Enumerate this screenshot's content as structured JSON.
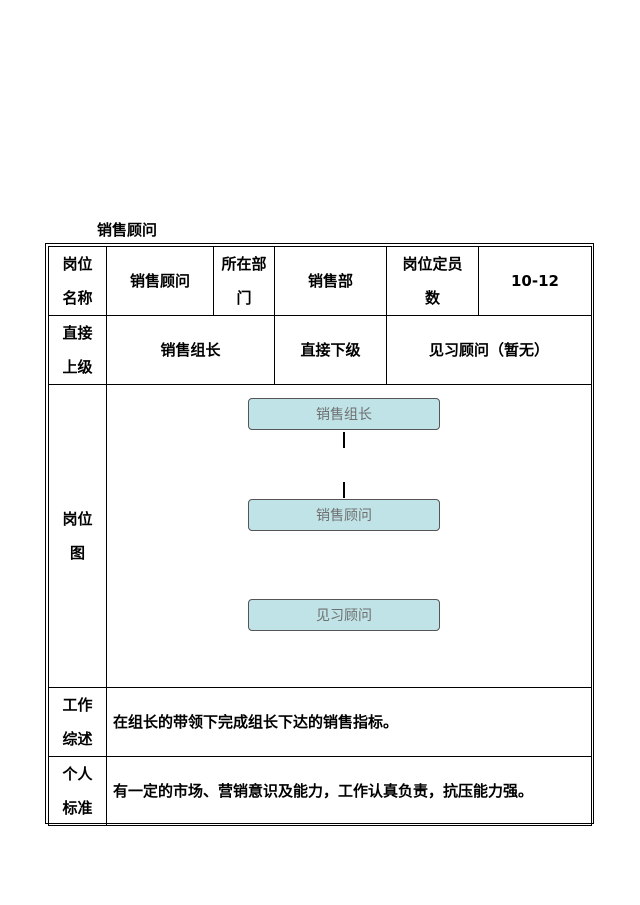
{
  "doc_title": "销售顾问",
  "row1": {
    "label_1": "岗位",
    "label_2": "名称",
    "job_name": "销售顾问",
    "dept_label_1": "所在部",
    "dept_label_2": "门",
    "dept_value": "销售部",
    "quota_label_1": "岗位定员",
    "quota_label_2": "数",
    "quota_value": "10-12"
  },
  "row2": {
    "label_1": "直接",
    "label_2": "上级",
    "superior_value": "销售组长",
    "sub_label": "直接下级",
    "sub_value": "见习顾问（暂无）"
  },
  "row3": {
    "label_1": "岗位",
    "label_2": "图",
    "org_chart": [
      "销售组长",
      "销售顾问",
      "见习顾问"
    ]
  },
  "row4": {
    "label_1": "工作",
    "label_2": "综述",
    "value": "在组长的带领下完成组长下达的销售指标。"
  },
  "row5": {
    "label_1": "个人",
    "label_2": "标准",
    "value": "有一定的市场、营销意识及能力，工作认真负责，抗压能力强。"
  }
}
